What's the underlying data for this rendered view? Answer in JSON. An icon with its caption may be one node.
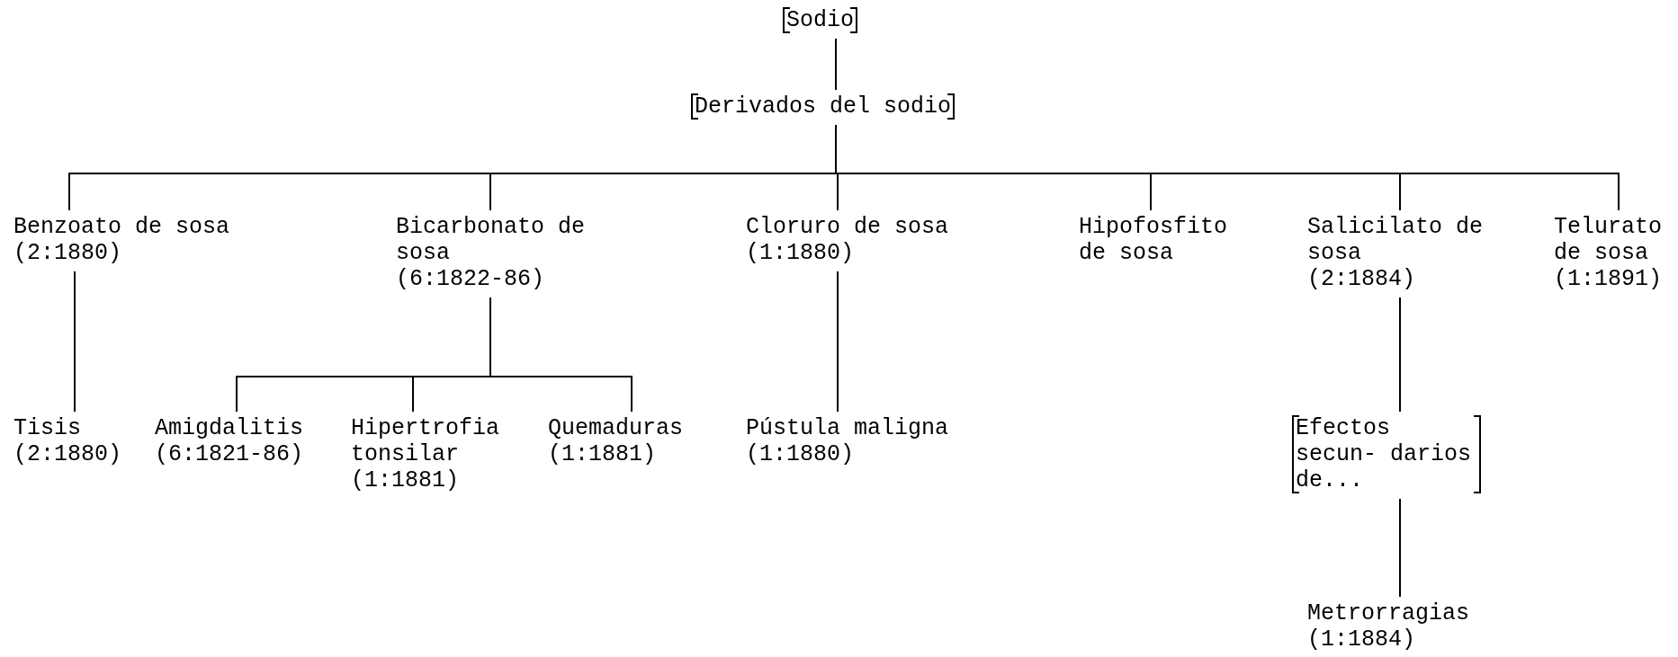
{
  "diagram": {
    "nodes": [
      {
        "text": [
          "Sodio"
        ]
      },
      {
        "text": [
          "Derivados del sodio"
        ]
      },
      {
        "text": [
          "Benzoato de sosa",
          "(2:1880)"
        ]
      },
      {
        "text": [
          "Bicarbonato de sosa",
          "(6:1822-86)"
        ]
      },
      {
        "text": [
          "Cloruro de sosa",
          "(1:1880)"
        ]
      },
      {
        "text": [
          "Hipofosfito de sosa"
        ]
      },
      {
        "text": [
          "Salicilato de sosa",
          "(2:1884)"
        ]
      },
      {
        "text": [
          "Telurato de sosa",
          "(1:1891)"
        ]
      },
      {
        "text": [
          "Tisis",
          "(2:1880)"
        ]
      },
      {
        "text": [
          "Amigdalitis",
          "(6:1821-86)"
        ]
      },
      {
        "text": [
          "Hipertrofia tonsilar",
          "(1:1881)"
        ]
      },
      {
        "text": [
          "Quemaduras",
          "(1:1881)"
        ]
      },
      {
        "text": [
          "Pústula maligna",
          "(1:1880)"
        ]
      },
      {
        "text": [
          "Efectos secun- darios de..."
        ]
      },
      {
        "text": [
          "Metrorragias",
          "(1:1884)"
        ]
      }
    ],
    "edges": [
      {
        "from": 0,
        "to": 1,
        "arrow": "none"
      },
      {
        "from": 1,
        "to": 2,
        "arrow": "none"
      },
      {
        "from": 1,
        "to": 3,
        "arrow": "none"
      },
      {
        "from": 1,
        "to": 4,
        "arrow": "none"
      },
      {
        "from": 1,
        "to": 5,
        "arrow": "none"
      },
      {
        "from": 1,
        "to": 6,
        "arrow": "none"
      },
      {
        "from": 1,
        "to": 7,
        "arrow": "none"
      },
      {
        "from": 2,
        "to": 8,
        "arrow": "none"
      },
      {
        "from": 3,
        "to": 9,
        "arrow": "none"
      },
      {
        "from": 3,
        "to": 10,
        "arrow": "none"
      },
      {
        "from": 3,
        "to": 11,
        "arrow": "none"
      },
      {
        "from": 4,
        "to": 12,
        "arrow": "none"
      },
      {
        "from": 6,
        "to": 13,
        "arrow": "none"
      },
      {
        "from": 13,
        "to": 14,
        "arrow": "none"
      }
    ]
  }
}
